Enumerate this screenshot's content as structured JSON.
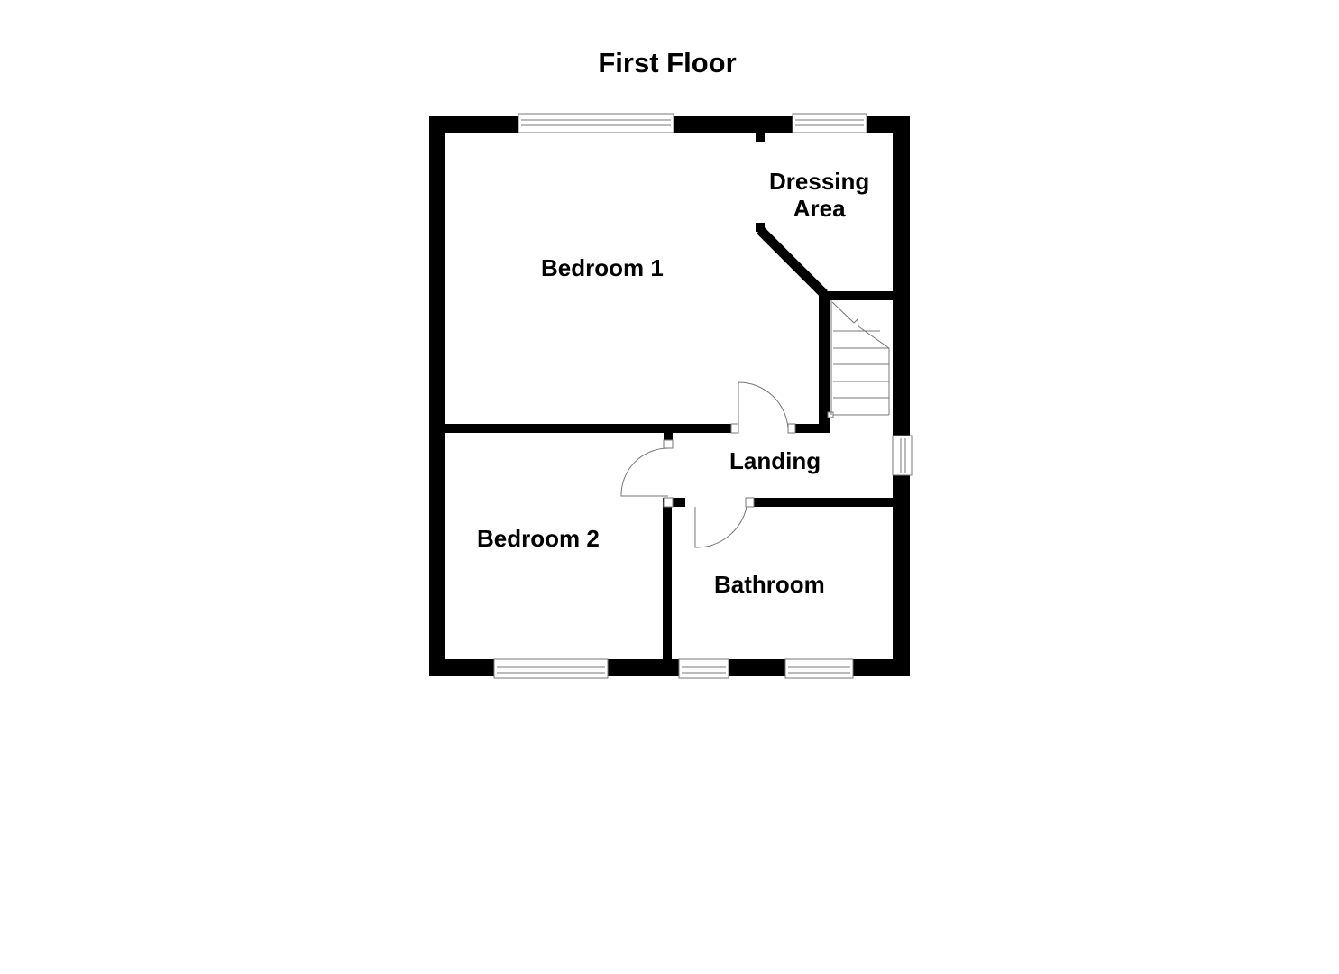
{
  "title": "First Floor",
  "rooms": [
    {
      "name": "Bedroom 1"
    },
    {
      "name": "Dressing",
      "name2": "Area"
    },
    {
      "name": "Landing"
    },
    {
      "name": "Bedroom 2"
    },
    {
      "name": "Bathroom"
    }
  ],
  "colors": {
    "wall": "#000000",
    "background": "#ffffff",
    "line": "#777777"
  }
}
